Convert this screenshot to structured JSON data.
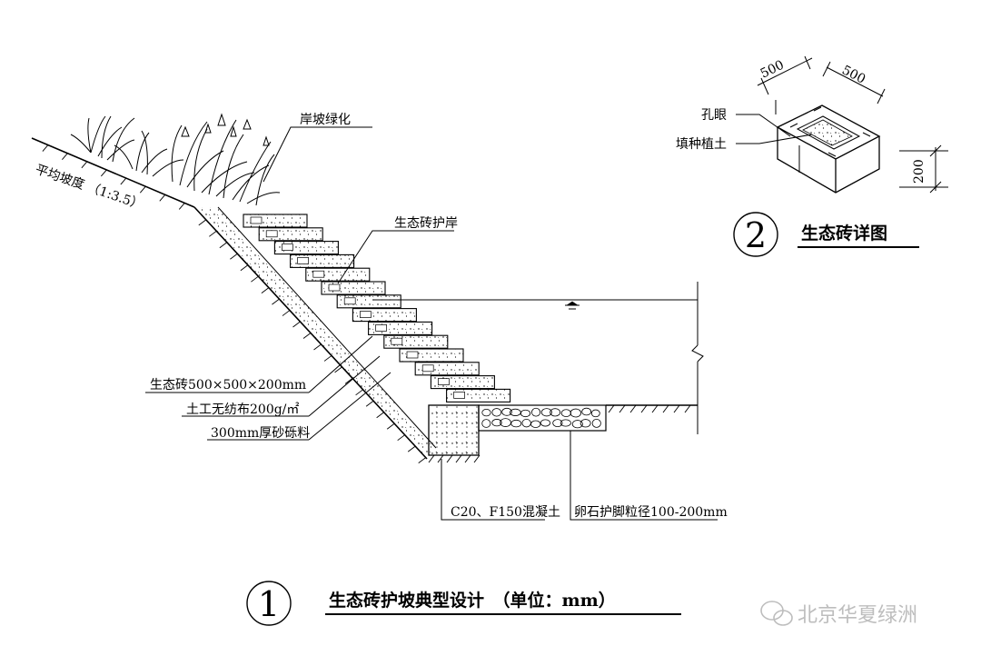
{
  "labels": {
    "greening": "岸坡绿化",
    "avg_slope": "平均坡度 （1:3.5）",
    "eco_brick_bank": "生态砖护岸",
    "brick_spec": "生态砖500×500×200mm",
    "geotextile": "土工无纺布200g/㎡",
    "gravel": "300mm厚砂砾料",
    "concrete": "C20、F150混凝土",
    "pebble": "卵石护脚粒径100-200mm",
    "hole": "孔眼",
    "fill_soil": "填种植土"
  },
  "detail": {
    "number": "2",
    "title": "生态砖详图",
    "dim_width_1": "500",
    "dim_width_2": "500",
    "dim_height": "200"
  },
  "main": {
    "number": "1",
    "title": "生态砖护坡典型设计　（单位：mm）"
  },
  "watermark": {
    "text": "北京华夏绿洲"
  }
}
